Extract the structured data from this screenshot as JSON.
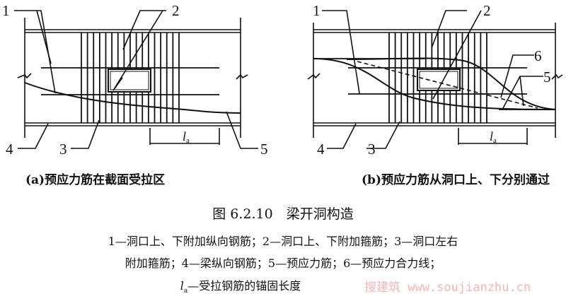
{
  "diagram_a": {
    "labels": [
      "1",
      "2",
      "3",
      "4",
      "5"
    ],
    "anchorage_label": "l",
    "anchorage_sub": "a",
    "caption": "(a)预应力筋在截面受拉区"
  },
  "diagram_b": {
    "labels": [
      "1",
      "2",
      "3",
      "4",
      "5",
      "6"
    ],
    "anchorage_label": "l",
    "anchorage_sub": "a",
    "caption": "(b)预应力筋从洞口上、下分别通过"
  },
  "figure_title": "图 6.2.10　梁开洞构造",
  "legend": {
    "line1": "1—洞口上、下附加纵向钢筋；2—洞口上、下附加箍筋；3—洞口左右",
    "line2": "附加箍筋；4—梁纵向钢筋；5—预应力筋；6—预应力合力线；",
    "line3_symbol": "l",
    "line3_sub": "a",
    "line3_text": "—受拉钢筋的锚固长度"
  },
  "watermark": "搜建筑 www.soujianzhu.cn"
}
